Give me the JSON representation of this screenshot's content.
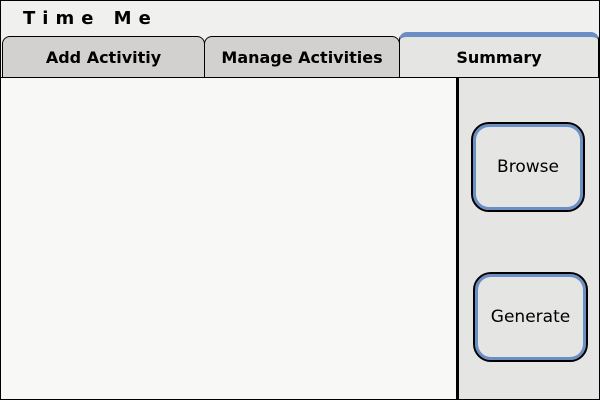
{
  "app": {
    "title": "Time Me"
  },
  "tabs": [
    {
      "label": "Add Activitiy",
      "active": false
    },
    {
      "label": "Manage Activities",
      "active": false
    },
    {
      "label": "Summary",
      "active": true
    }
  ],
  "summary": {
    "browse_label": "Browse",
    "generate_label": "Generate"
  },
  "colors": {
    "accent": "#6b8fc4",
    "tab_inactive": "#d3d1cf",
    "panel": "#e5e5e4",
    "content": "#f8f8f6"
  }
}
